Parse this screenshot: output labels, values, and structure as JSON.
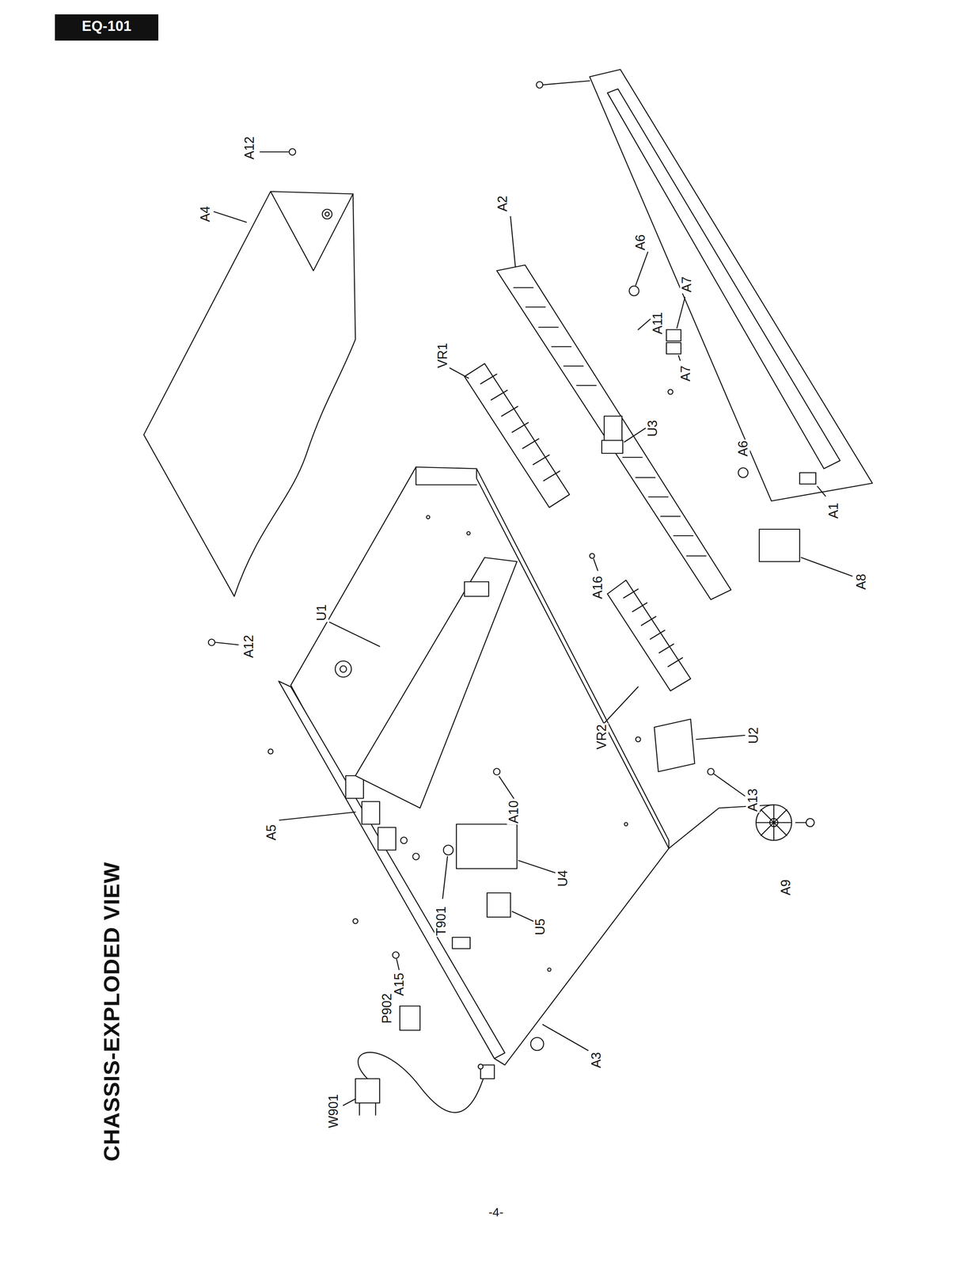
{
  "diagram": {
    "title": "CHASSIS-EXPLODED VIEW",
    "labels": [
      "EQ-101",
      "-4-",
      "A12",
      "A4",
      "A2",
      "VR1",
      "A6",
      "A7",
      "A11",
      "A7",
      "U3",
      "A6",
      "A1",
      "A12",
      "U1",
      "A16",
      "A8",
      "A5",
      "A10",
      "VR2",
      "U2",
      "A13",
      "A9",
      "U4",
      "T901",
      "U5",
      "A15",
      "P902",
      "W901",
      "A3"
    ]
  }
}
